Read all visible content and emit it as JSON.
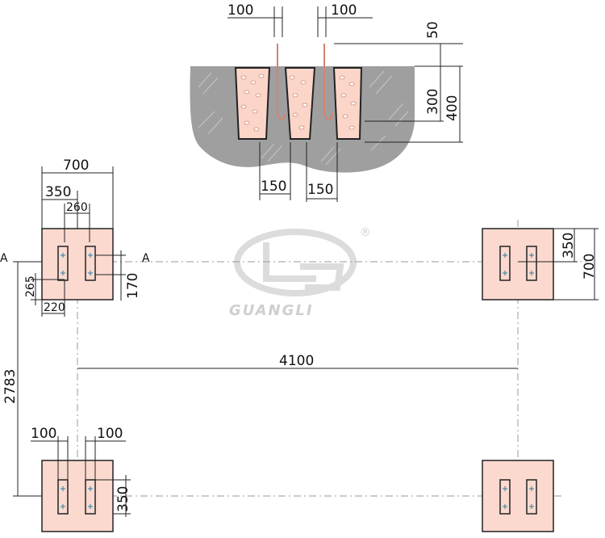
{
  "section_dims": {
    "gap_left": "100",
    "gap_right": "100",
    "embed": "50",
    "depth_block": "300",
    "depth_total": "400",
    "width_left": "150",
    "width_right": "150"
  },
  "plan_dims": {
    "pad_width": "700",
    "pad_half": "350",
    "slot_span": "260",
    "offset_v": "265",
    "offset_h": "220",
    "slot_len": "170",
    "right_pad_half": "350",
    "right_pad_width": "700",
    "span_x": "4100",
    "span_y": "2783",
    "bolt_left": "100",
    "bolt_right": "100",
    "bottom_half": "350"
  },
  "section_marks": {
    "left": "A",
    "right": "A"
  },
  "watermark": {
    "brand": "GUANGLI",
    "registered": "®"
  }
}
